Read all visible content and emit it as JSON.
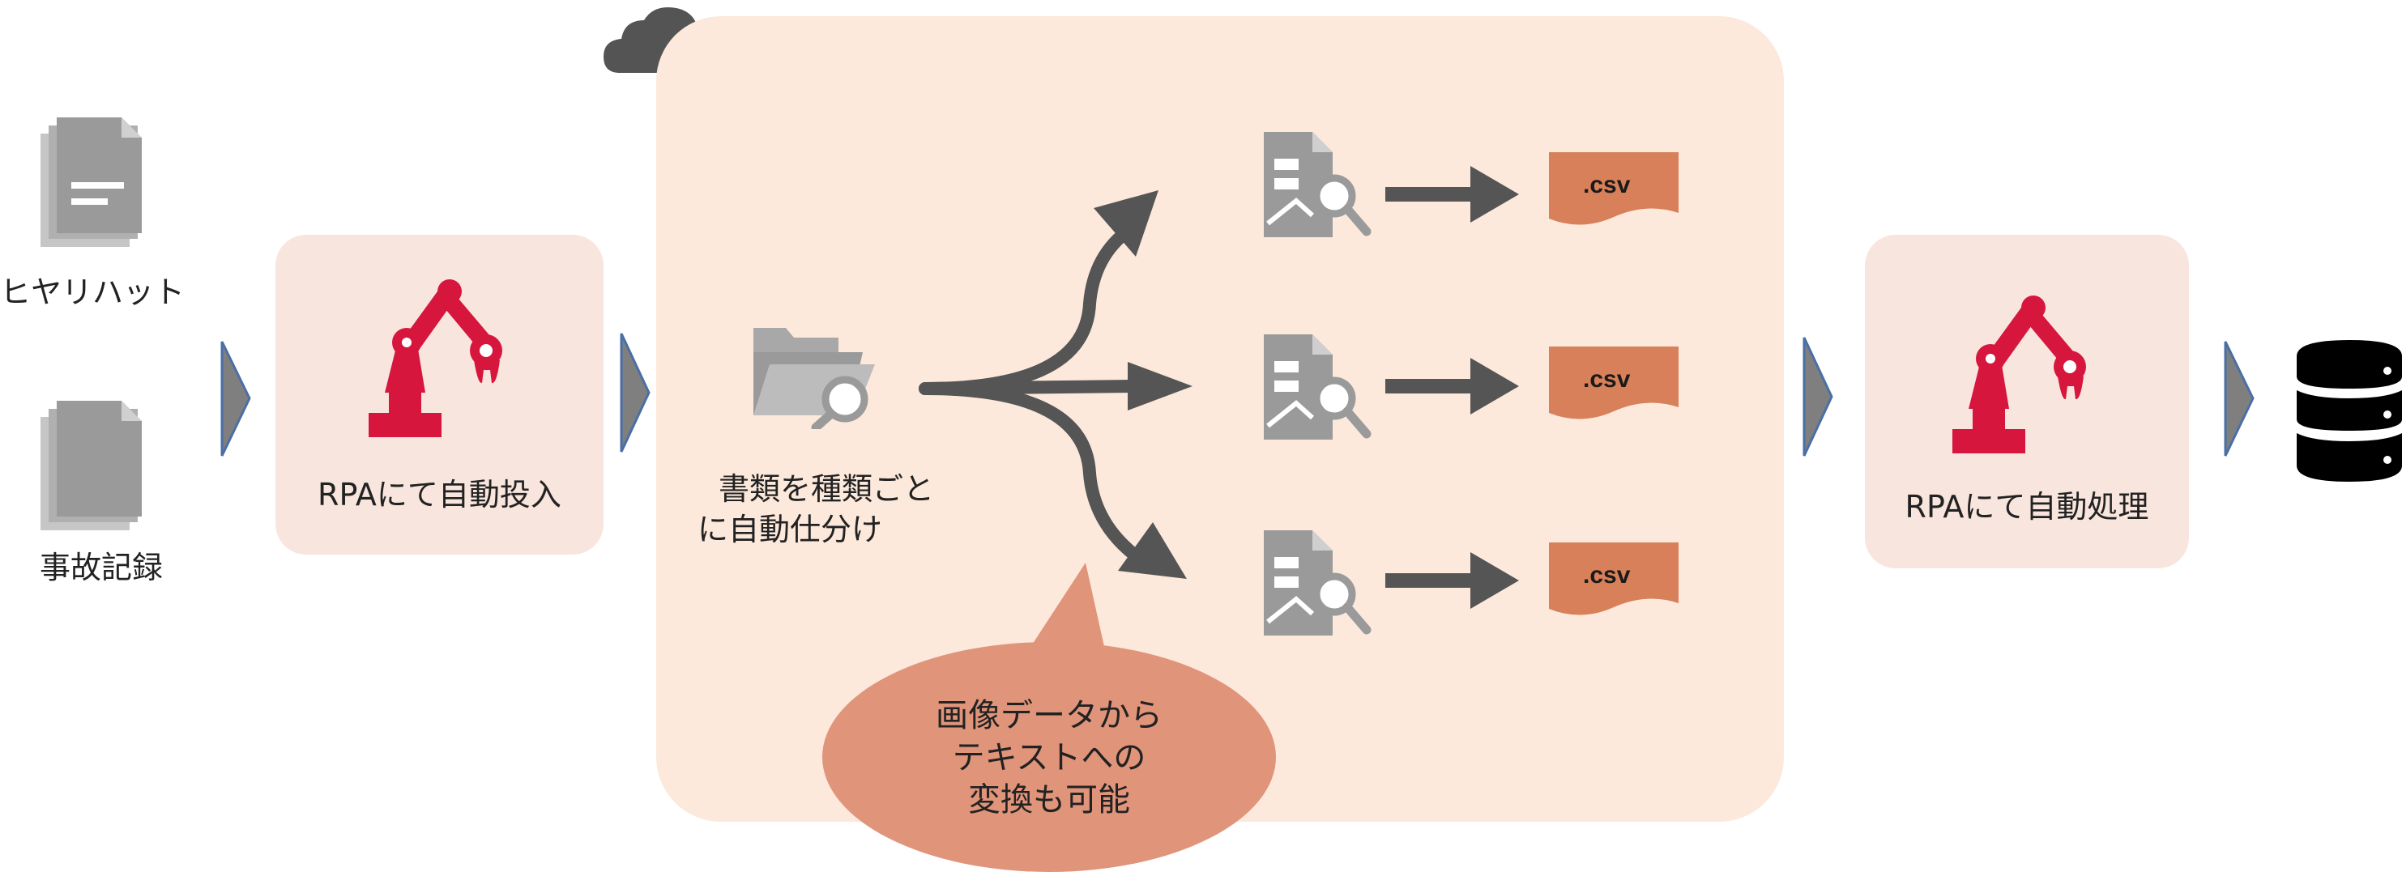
{
  "inputs": {
    "doc1_label": "ヒヤリハット",
    "doc2_label": "事故記録"
  },
  "rpa_input": {
    "label": "RPAにて自動投入"
  },
  "sorting": {
    "line1": "書類を種類ごと",
    "line2": "に自動仕分け"
  },
  "outputs": [
    {
      "label": ".csv"
    },
    {
      "label": ".csv"
    },
    {
      "label": ".csv"
    }
  ],
  "callout": {
    "line1": "画像データから",
    "line2": "テキストへの",
    "line3": "変換も可能"
  },
  "rpa_process": {
    "label": "RPAにて自動処理"
  },
  "colors": {
    "robot_red": "#d6163d",
    "panel_pink": "#f8e6de",
    "cloud_panel": "#fce9dc",
    "csv_orange": "#d8805a",
    "callout_orange": "#e0947a",
    "icon_gray": "#9a9a9a",
    "arrow_dark": "#555555",
    "chevron_blue": "#5a78a6",
    "chevron_gray": "#7f7f7f"
  }
}
